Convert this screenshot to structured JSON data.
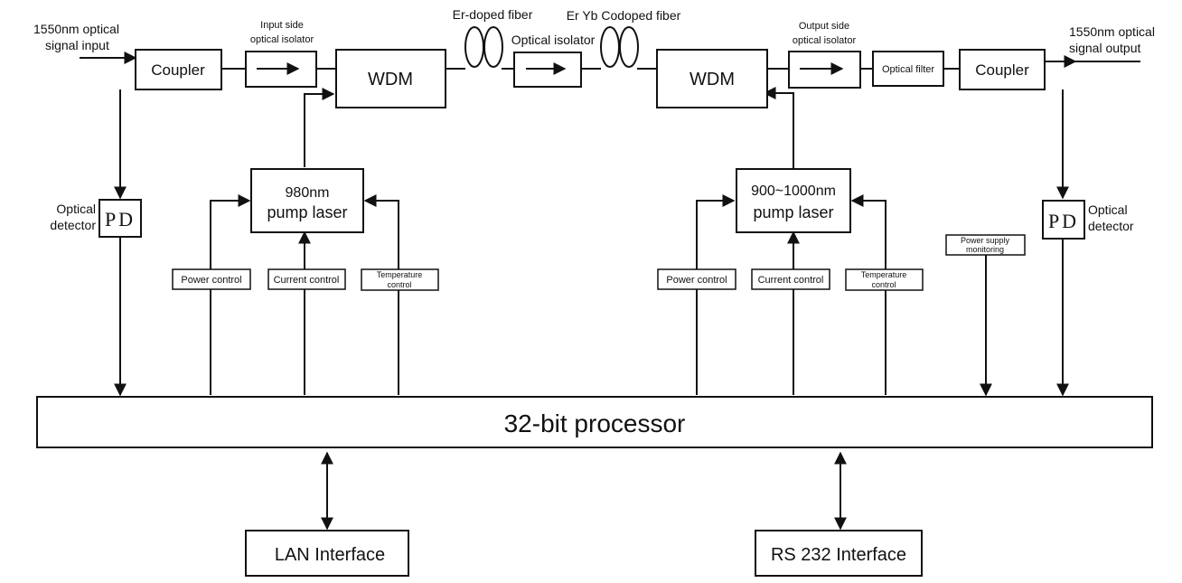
{
  "signal_input": {
    "line1": "1550nm optical",
    "line2": "signal  input"
  },
  "signal_output": {
    "line1": "1550nm  optical",
    "line2": "signal  output"
  },
  "input_isolator_label": {
    "line1": "Input side",
    "line2": "optical isolator"
  },
  "output_isolator_label": {
    "line1": "Output side",
    "line2": "optical isolator"
  },
  "er_fiber_label": "Er-doped fiber",
  "eryb_fiber_label": "Er Yb Codoped fiber",
  "mid_isolator_label": "Optical isolator",
  "coupler_in": "Coupler",
  "coupler_out": "Coupler",
  "wdm_left": "WDM",
  "wdm_right": "WDM",
  "optical_filter": "Optical filter",
  "pump_left": {
    "line1": "980nm",
    "line2": "pump laser"
  },
  "pump_right": {
    "line1": "900~1000nm",
    "line2": "pump laser"
  },
  "detector_left": {
    "pd": "PD",
    "line1": "Optical",
    "line2": "detector"
  },
  "detector_right": {
    "pd": "PD",
    "line1": "Optical",
    "line2": "detector"
  },
  "left_controls": {
    "power": "Power control",
    "current": "Current control",
    "temperature": {
      "line1": "Temperature",
      "line2": "control"
    }
  },
  "right_controls": {
    "power": "Power control",
    "current": "Current control",
    "temperature": {
      "line1": "Temperature",
      "line2": "control"
    }
  },
  "power_supply": {
    "line1": "Power supply",
    "line2": "monitoring"
  },
  "processor": "32-bit processor",
  "lan_interface": "LAN Interface",
  "rs232_interface": "RS 232 Interface"
}
